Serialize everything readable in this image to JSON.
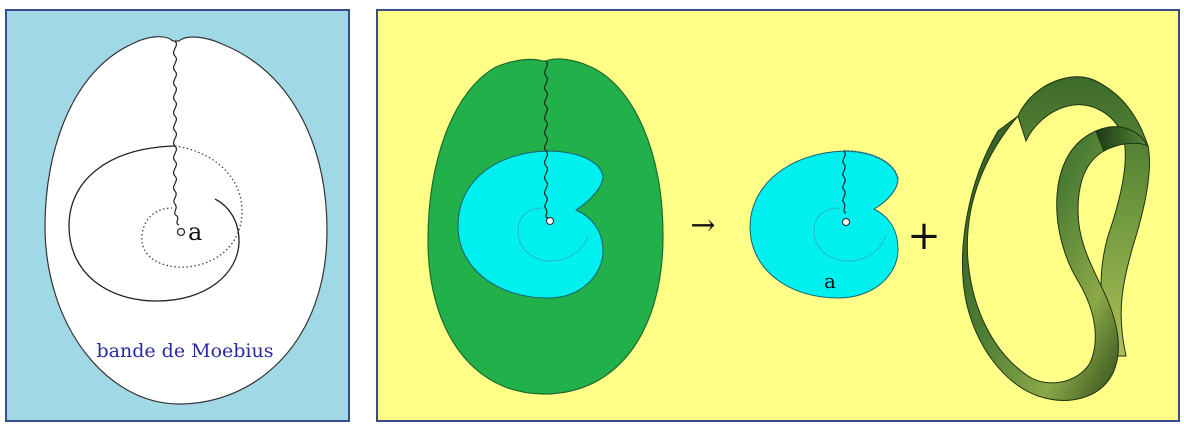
{
  "left_panel": {
    "point_label": "a",
    "band_label": "bande de Moebius"
  },
  "right_panel": {
    "arrow_symbol": "→",
    "piece_label": "a",
    "plus_symbol": "+"
  },
  "colors": {
    "left_background": "#a0d8e6",
    "right_background": "#ffff88",
    "panel_border": "#3a4a8a",
    "disc_green": "#22b04a",
    "cyan_region": "#00f0f0",
    "label_blue": "#2a2aa0"
  }
}
